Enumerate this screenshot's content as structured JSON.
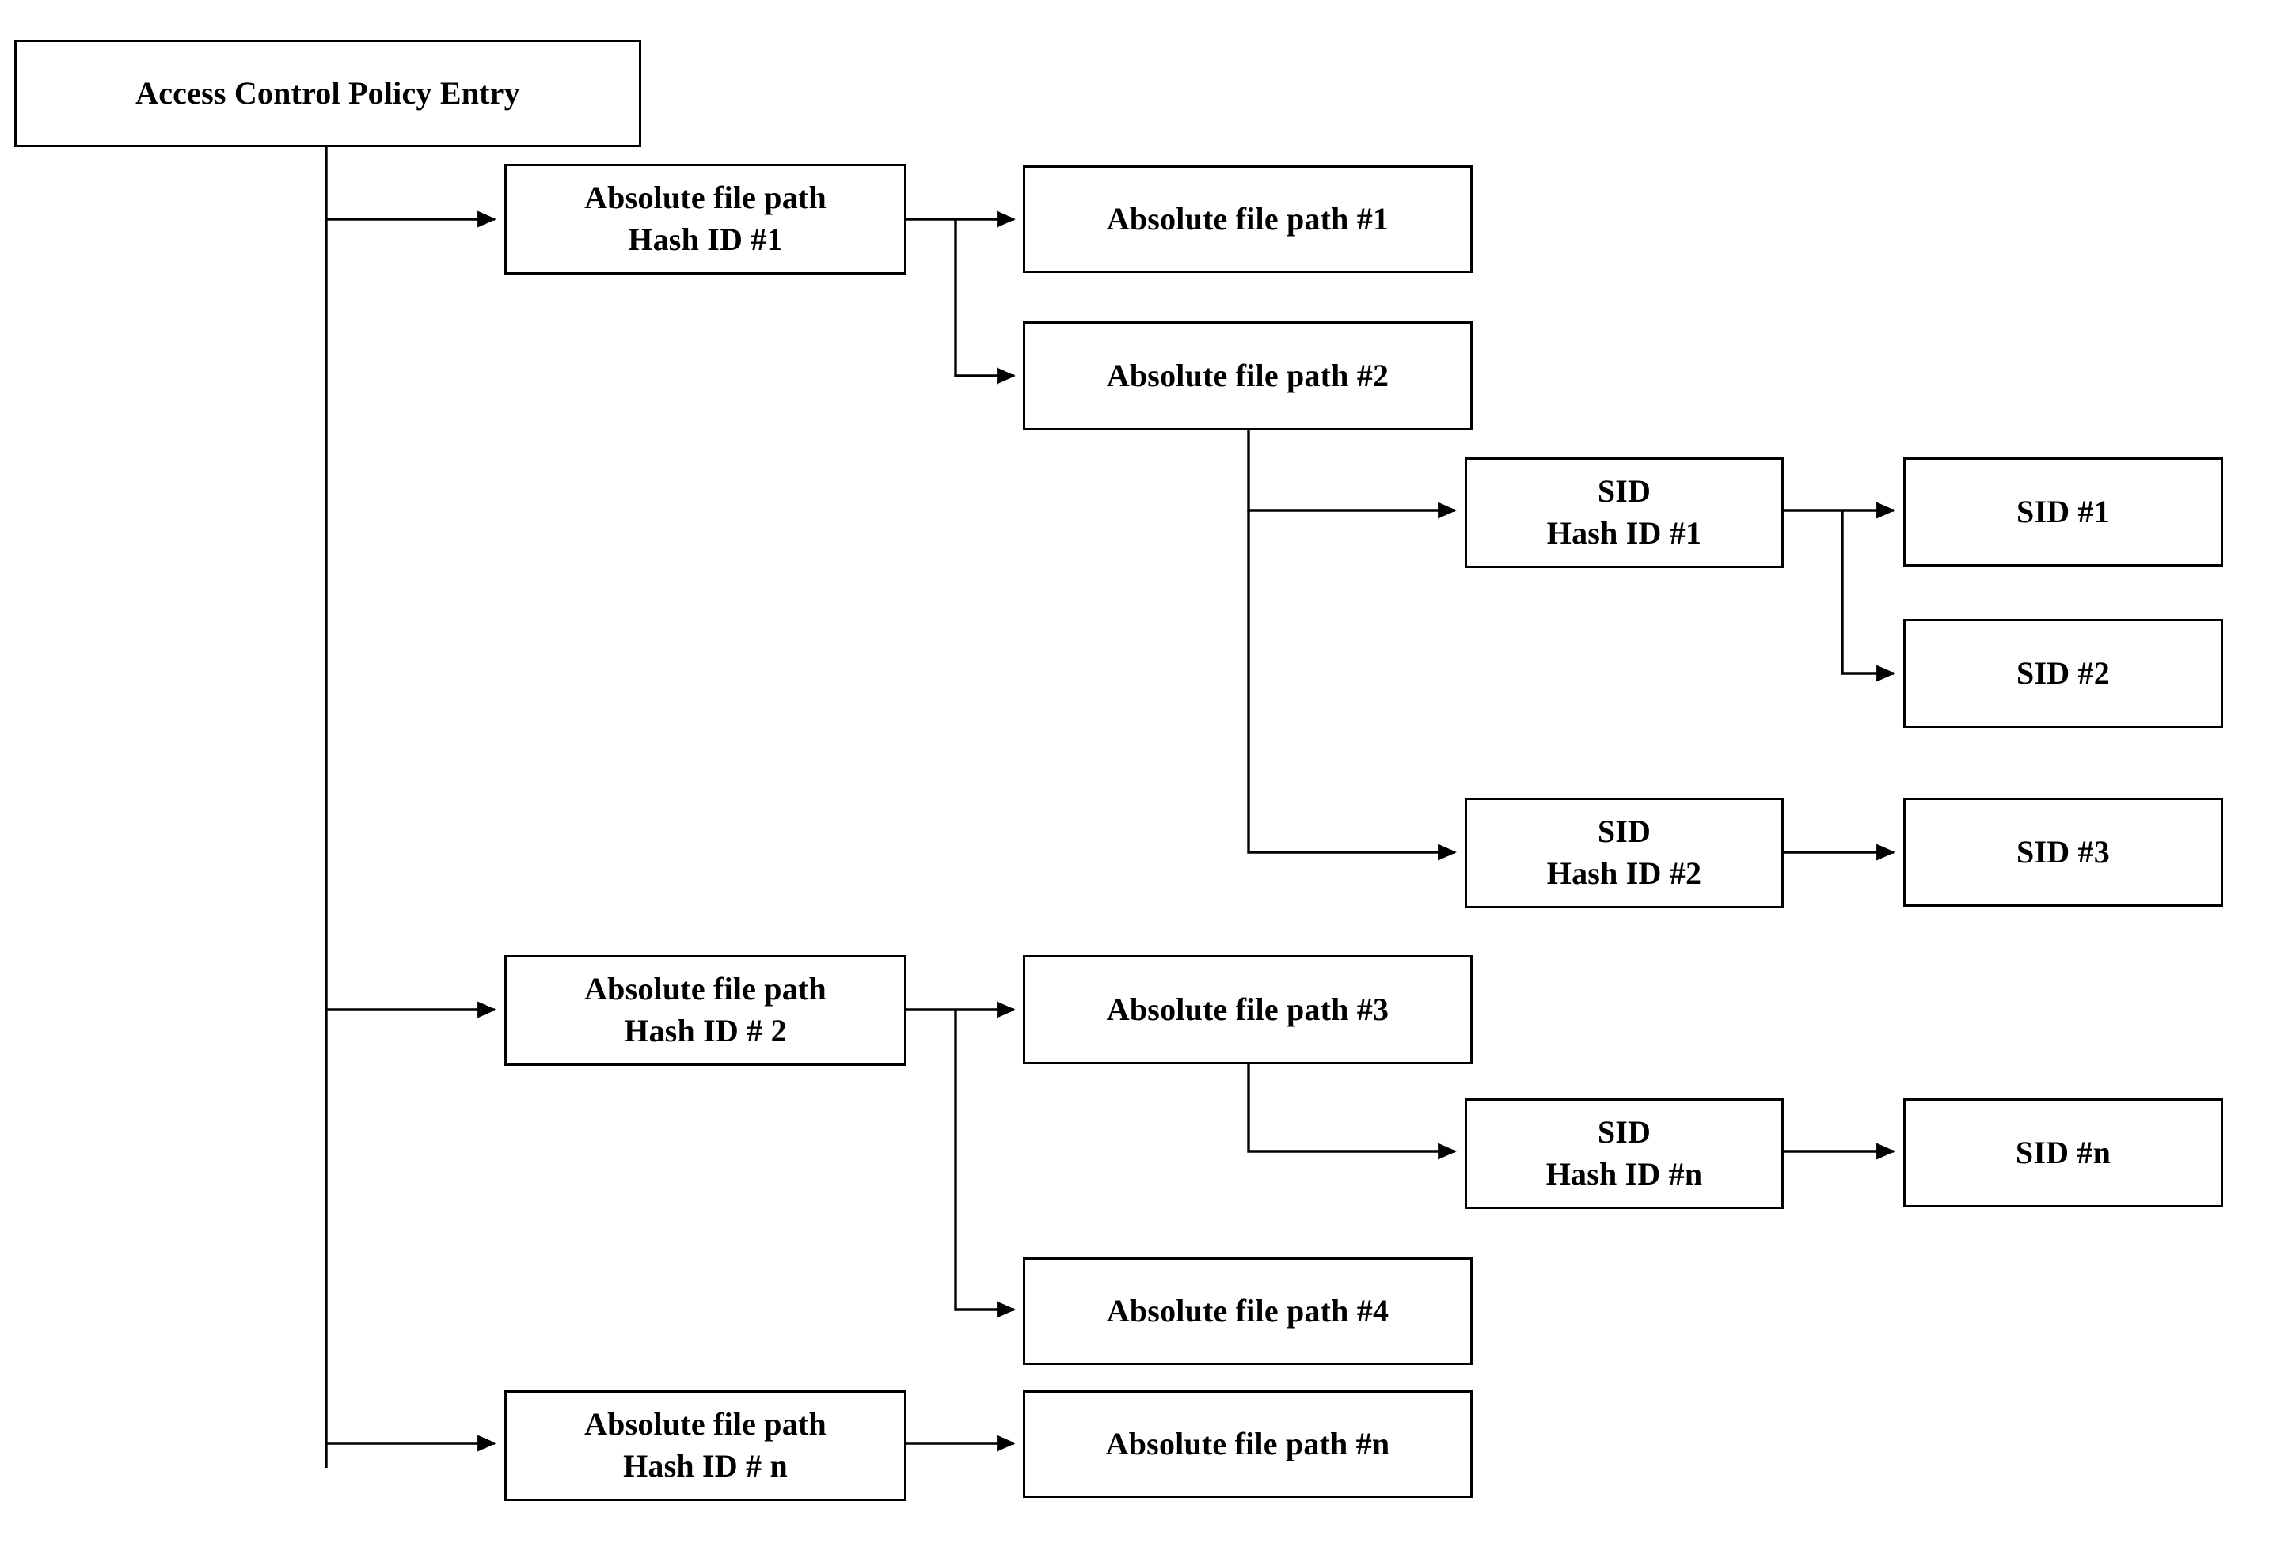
{
  "diagram": {
    "title": "Access Control Policy Entry hierarchy",
    "stroke_color": "#000000",
    "fill_color": "#ffffff",
    "text_color": "#000000",
    "nodes": [
      {
        "id": "root",
        "line1": "Access Control Policy Entry",
        "line2": ""
      },
      {
        "id": "afp_hash_1",
        "line1": "Absolute file path",
        "line2": "Hash ID #1"
      },
      {
        "id": "afp_1",
        "line1": "Absolute file path #1",
        "line2": ""
      },
      {
        "id": "afp_2",
        "line1": "Absolute file path #2",
        "line2": ""
      },
      {
        "id": "sid_hash_1",
        "line1": "SID",
        "line2": "Hash ID #1"
      },
      {
        "id": "sid_1",
        "line1": "SID #1",
        "line2": ""
      },
      {
        "id": "sid_2",
        "line1": "SID #2",
        "line2": ""
      },
      {
        "id": "sid_hash_2",
        "line1": "SID",
        "line2": "Hash ID #2"
      },
      {
        "id": "sid_3",
        "line1": "SID #3",
        "line2": ""
      },
      {
        "id": "afp_hash_2",
        "line1": "Absolute file path",
        "line2": "Hash ID # 2"
      },
      {
        "id": "afp_3",
        "line1": "Absolute file path #3",
        "line2": ""
      },
      {
        "id": "sid_hash_n",
        "line1": "SID",
        "line2": "Hash ID #n"
      },
      {
        "id": "sid_n",
        "line1": "SID #n",
        "line2": ""
      },
      {
        "id": "afp_4",
        "line1": "Absolute file path #4",
        "line2": ""
      },
      {
        "id": "afp_hash_n",
        "line1": "Absolute file path",
        "line2": "Hash ID # n"
      },
      {
        "id": "afp_n",
        "line1": "Absolute file path #n",
        "line2": ""
      }
    ],
    "edges": [
      {
        "from": "root",
        "to": "afp_hash_1"
      },
      {
        "from": "root",
        "to": "afp_hash_2"
      },
      {
        "from": "root",
        "to": "afp_hash_n"
      },
      {
        "from": "afp_hash_1",
        "to": "afp_1"
      },
      {
        "from": "afp_hash_1",
        "to": "afp_2"
      },
      {
        "from": "afp_2",
        "to": "sid_hash_1"
      },
      {
        "from": "afp_2",
        "to": "sid_hash_2"
      },
      {
        "from": "sid_hash_1",
        "to": "sid_1"
      },
      {
        "from": "sid_hash_1",
        "to": "sid_2"
      },
      {
        "from": "sid_hash_2",
        "to": "sid_3"
      },
      {
        "from": "afp_hash_2",
        "to": "afp_3"
      },
      {
        "from": "afp_hash_2",
        "to": "afp_4"
      },
      {
        "from": "afp_3",
        "to": "sid_hash_n"
      },
      {
        "from": "sid_hash_n",
        "to": "sid_n"
      },
      {
        "from": "afp_hash_n",
        "to": "afp_n"
      }
    ]
  }
}
